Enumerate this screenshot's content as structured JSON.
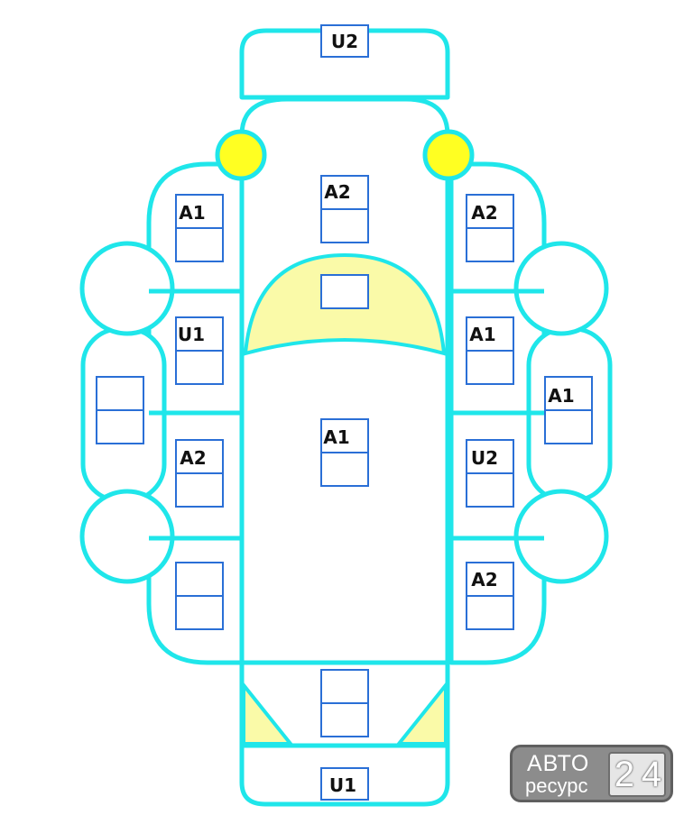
{
  "fuse_labels": {
    "u2_top": "U2",
    "a2_center_top": "A2",
    "a1_left_1": "A1",
    "a2_right_1": "A2",
    "u1_left_2": "U1",
    "a1_right_2": "A1",
    "a1_right_side": "A1",
    "a1_center": "A1",
    "a2_left_3": "A2",
    "u2_right_3": "U2",
    "a2_right_4": "A2",
    "u1_bottom": "U1"
  },
  "colors": {
    "outline": "#1fe6ea",
    "yellow_dot": "#ffff22",
    "yellow_fill": "#fafaa8",
    "fuse_box": "#2a6fd6"
  },
  "logo": {
    "line1": "АВТО",
    "line2": "ресурс",
    "digit1": "2",
    "digit2": "4"
  }
}
